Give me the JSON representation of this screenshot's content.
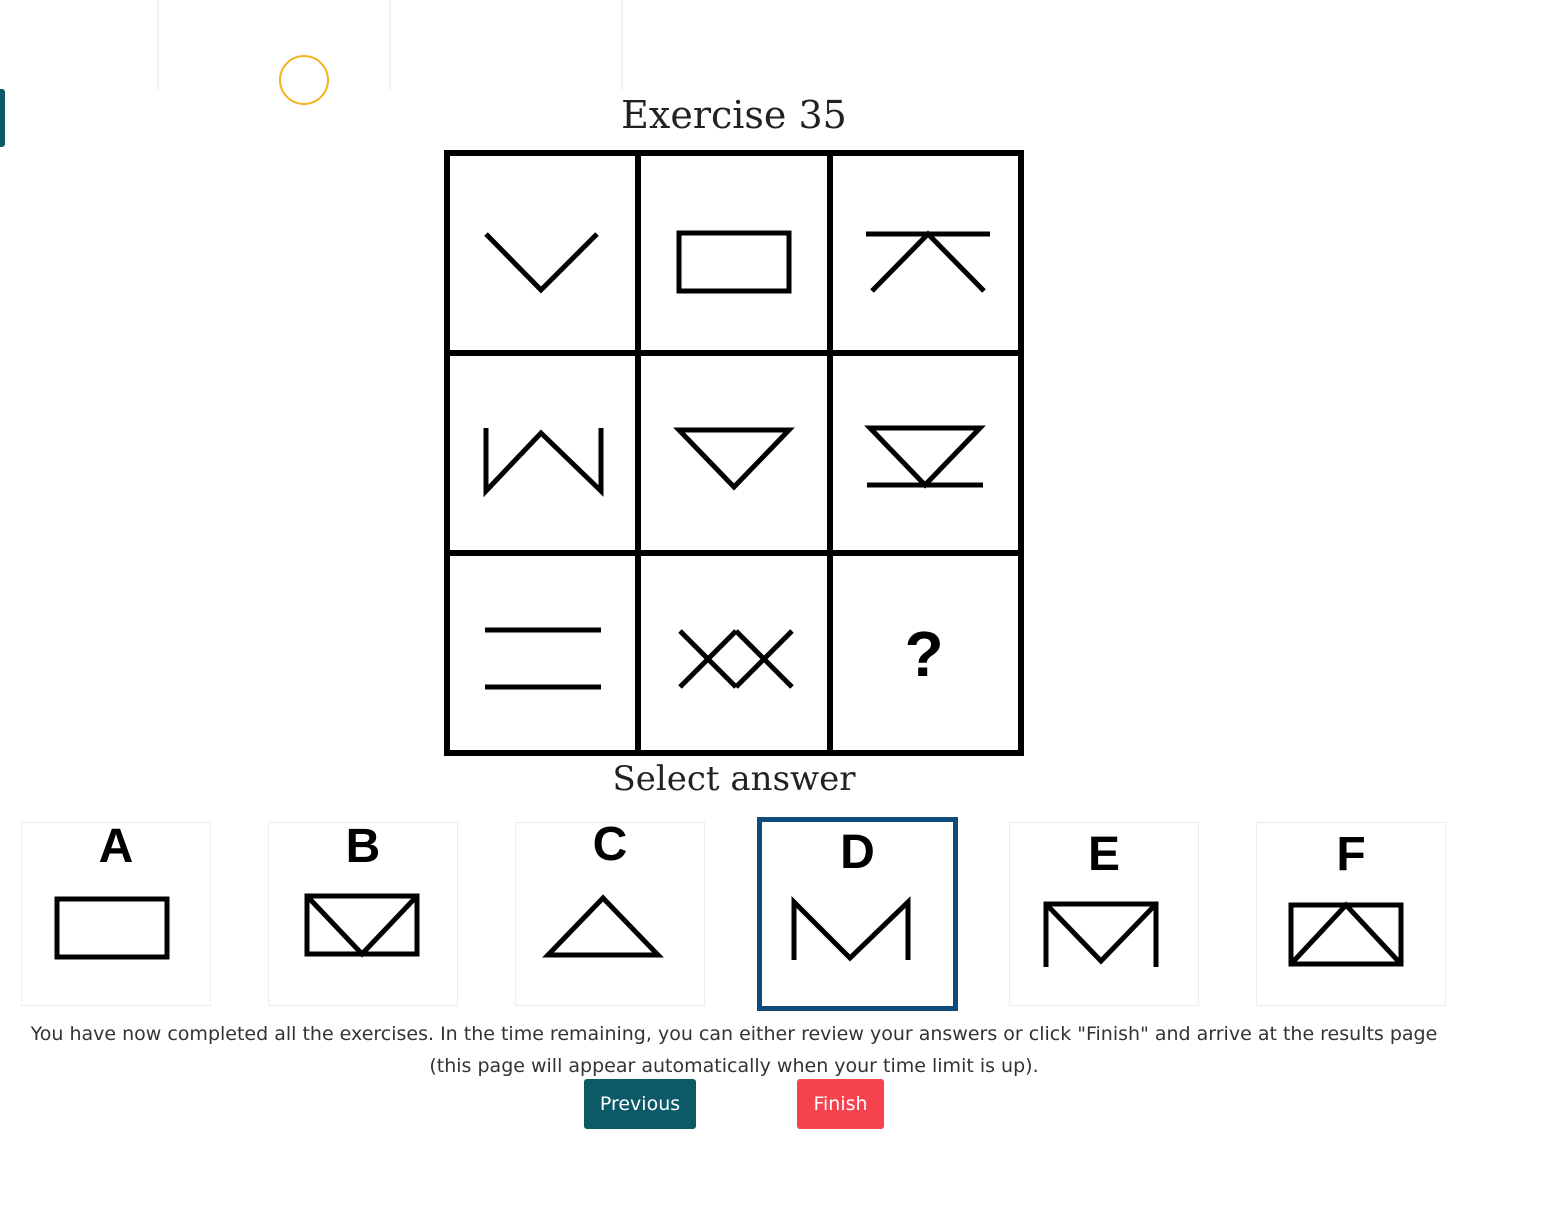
{
  "exercise": {
    "title": "Exercise 35",
    "missing_mark": "?"
  },
  "select_label": "Select answer",
  "options": [
    {
      "letter": "A",
      "shape": "rectangle-icon"
    },
    {
      "letter": "B",
      "shape": "envelope-icon"
    },
    {
      "letter": "C",
      "shape": "triangle-up-icon"
    },
    {
      "letter": "D",
      "shape": "m-shape-icon",
      "selected": true
    },
    {
      "letter": "E",
      "shape": "v-bracket-icon"
    },
    {
      "letter": "F",
      "shape": "boxed-triangle-icon"
    }
  ],
  "selected_option": "D",
  "message": "You have now completed all the exercises. In the time remaining, you can either review your answers or click \"Finish\" and arrive at the results page (this page will appear automatically when your time limit is up).",
  "buttons": {
    "previous": "Previous",
    "finish": "Finish"
  },
  "colors": {
    "primary": "#0c5968",
    "danger": "#f4424f",
    "selected_border": "#0e4a7a",
    "timer": "#f0b41c"
  }
}
